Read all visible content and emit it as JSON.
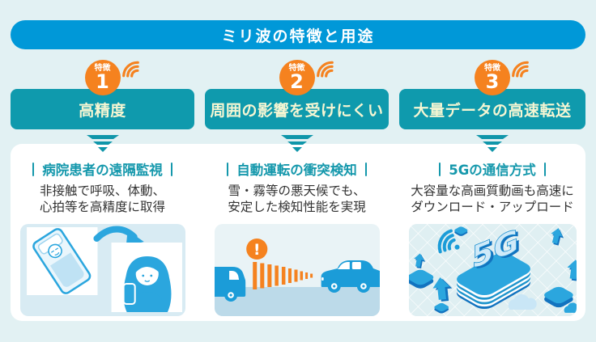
{
  "title": "ミリ波の特徴と用途",
  "badge_label": "特徴",
  "alert_symbol": "!",
  "columns": [
    {
      "number": "1",
      "feature": "高精度",
      "use_case": "病院患者の遠隔監視",
      "description": [
        "非接触で呼吸、体動、",
        "心拍等を高精度に取得"
      ],
      "illustration": "hospital-patient-remote-monitoring"
    },
    {
      "number": "2",
      "feature": "周囲の影響を受けにくい",
      "use_case": "自動運転の衝突検知",
      "description": [
        "雪・霧等の悪天候でも、",
        "安定した検知性能を実現"
      ],
      "illustration": "autonomous-driving-collision-detection"
    },
    {
      "number": "3",
      "feature": "大量データの高速転送",
      "use_case": "5Gの通信方式",
      "description": [
        "大容量な高画質動画も高速に",
        "ダウンロード・アップロード"
      ],
      "illustration": "5g-high-speed-communication",
      "illustration_text": "5G"
    }
  ],
  "icons": {
    "badge_wave": "radio-wave-arcs",
    "header_pointer": "triple-chevron-down",
    "column2_alert": "exclamation-circle"
  },
  "colors": {
    "background": "#E2F1F3",
    "title_bar": "#0098D8",
    "feature_header": "#0F9AAD",
    "feature_header_text": "#F5F6D3",
    "badge_orange": "#F5821F",
    "card": "#FFFFFF",
    "use_case_text": "#1598AC",
    "body_text": "#333333",
    "illustration_blue": "#1B9CD8"
  }
}
